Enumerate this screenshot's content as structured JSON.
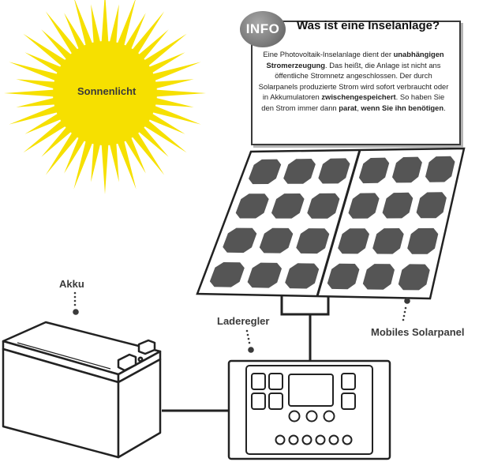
{
  "labels": {
    "sun": "Sonnenlicht",
    "battery": "Akku",
    "controller": "Laderegler",
    "panel": "Mobiles Solarpanel"
  },
  "info": {
    "badge": "INFO",
    "title": "Was ist eine Inselanlage?",
    "body": [
      {
        "t": "Eine Photovoltaik-Inselanlage dient der ",
        "b": false
      },
      {
        "t": "unabhängigen Stromerzeugung",
        "b": true
      },
      {
        "t": ". Das heißt, die Anlage ist nicht ans öffentliche Stromnetz angeschlossen. Der durch Solarpanels produzierte Strom wird sofort verbraucht oder in Akkumulatoren ",
        "b": false
      },
      {
        "t": "zwischengespeichert",
        "b": true
      },
      {
        "t": ". So haben Sie den Strom immer dann ",
        "b": false
      },
      {
        "t": "parat",
        "b": true
      },
      {
        "t": ", ",
        "b": false
      },
      {
        "t": "wenn Sie ihn benötigen",
        "b": true
      },
      {
        "t": ".",
        "b": false
      }
    ]
  },
  "colors": {
    "sun": "#f6e000",
    "cell": "#555555",
    "outline": "#222222",
    "label": "#3a3a3a"
  }
}
